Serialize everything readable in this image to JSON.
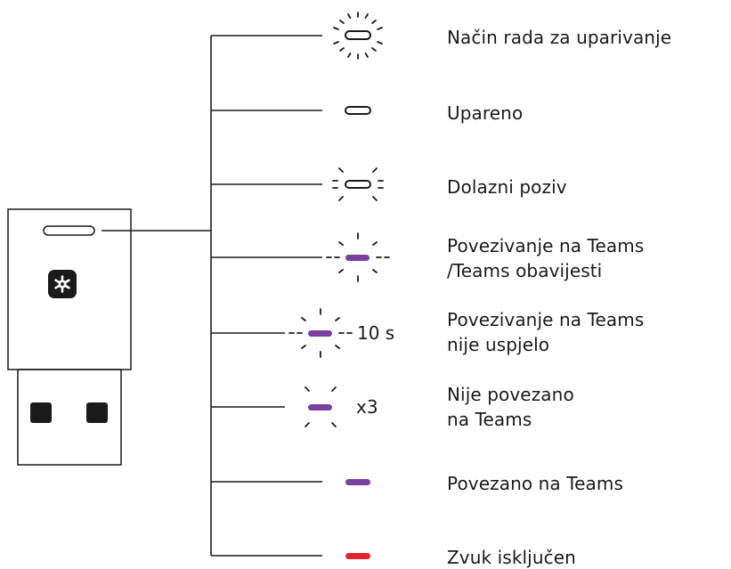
{
  "colors": {
    "ink": "#1a1a1a",
    "led_white": "#ffffff",
    "led_purple": "#7b3fa0",
    "led_red": "#e3262c"
  },
  "device": {
    "teams_icon": "teams-logo-icon",
    "usb_contacts": 2
  },
  "states": [
    {
      "label": "Način rada za uparivanje",
      "led": "white",
      "effect": "pulse"
    },
    {
      "label": "Upareno",
      "led": "white",
      "effect": "solid"
    },
    {
      "label": "Dolazni poziv",
      "led": "white",
      "effect": "blink"
    },
    {
      "label": "Povezivanje na Teams\n/Teams obavijesti",
      "led": "purple",
      "effect": "pulse"
    },
    {
      "label": "Povezivanje na Teams\nnije uspjelo",
      "led": "purple",
      "effect": "pulse",
      "suffix": "10 s"
    },
    {
      "label": "Nije povezano\nna Teams",
      "led": "purple",
      "effect": "blink",
      "suffix": "x3"
    },
    {
      "label": "Povezano na Teams",
      "led": "purple",
      "effect": "solid"
    },
    {
      "label": "Zvuk isključen",
      "led": "red",
      "effect": "solid"
    }
  ]
}
